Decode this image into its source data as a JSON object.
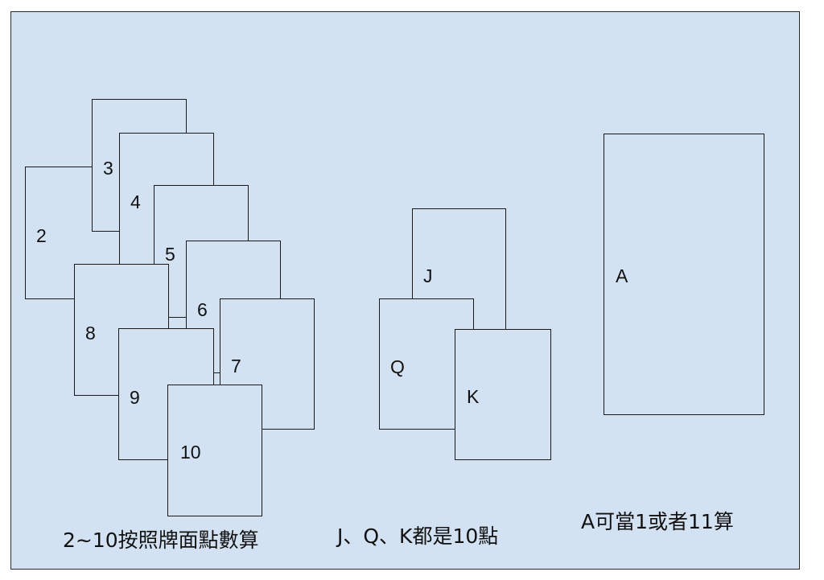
{
  "number_cards": {
    "labels": [
      "2",
      "3",
      "4",
      "5",
      "6",
      "7",
      "8",
      "9",
      "10"
    ]
  },
  "face_cards": {
    "labels": [
      "J",
      "Q",
      "K"
    ]
  },
  "ace_card": {
    "label": "A"
  },
  "captions": {
    "number_cards": "2~10按照牌面點數算",
    "face_cards": "J、Q、K都是10點",
    "ace_card": "A可當1或者11算"
  }
}
